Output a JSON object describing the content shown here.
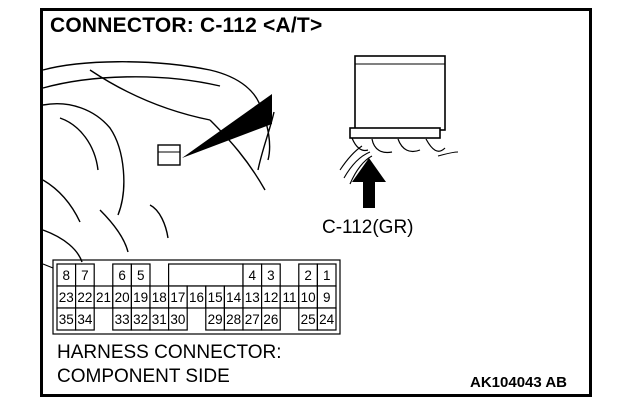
{
  "title": "CONNECTOR: C-112 <A/T>",
  "callout_label": "C-112(GR)",
  "caption": {
    "line1": "HARNESS CONNECTOR:",
    "line2": "COMPONENT SIDE"
  },
  "reference_code": "AK104043 AB",
  "connector_pins": {
    "row1": [
      "8",
      "7",
      "",
      "6",
      "5",
      "",
      "",
      "",
      "4",
      "3",
      "",
      "2",
      "1"
    ],
    "row2": [
      "23",
      "22",
      "21",
      "20",
      "19",
      "18",
      "17",
      "16",
      "15",
      "14",
      "13",
      "12",
      "11",
      "10",
      "9"
    ],
    "row3": [
      "35",
      "34",
      "",
      "33",
      "32",
      "31",
      "30",
      "",
      "29",
      "28",
      "27",
      "26",
      "",
      "25",
      "24"
    ]
  }
}
